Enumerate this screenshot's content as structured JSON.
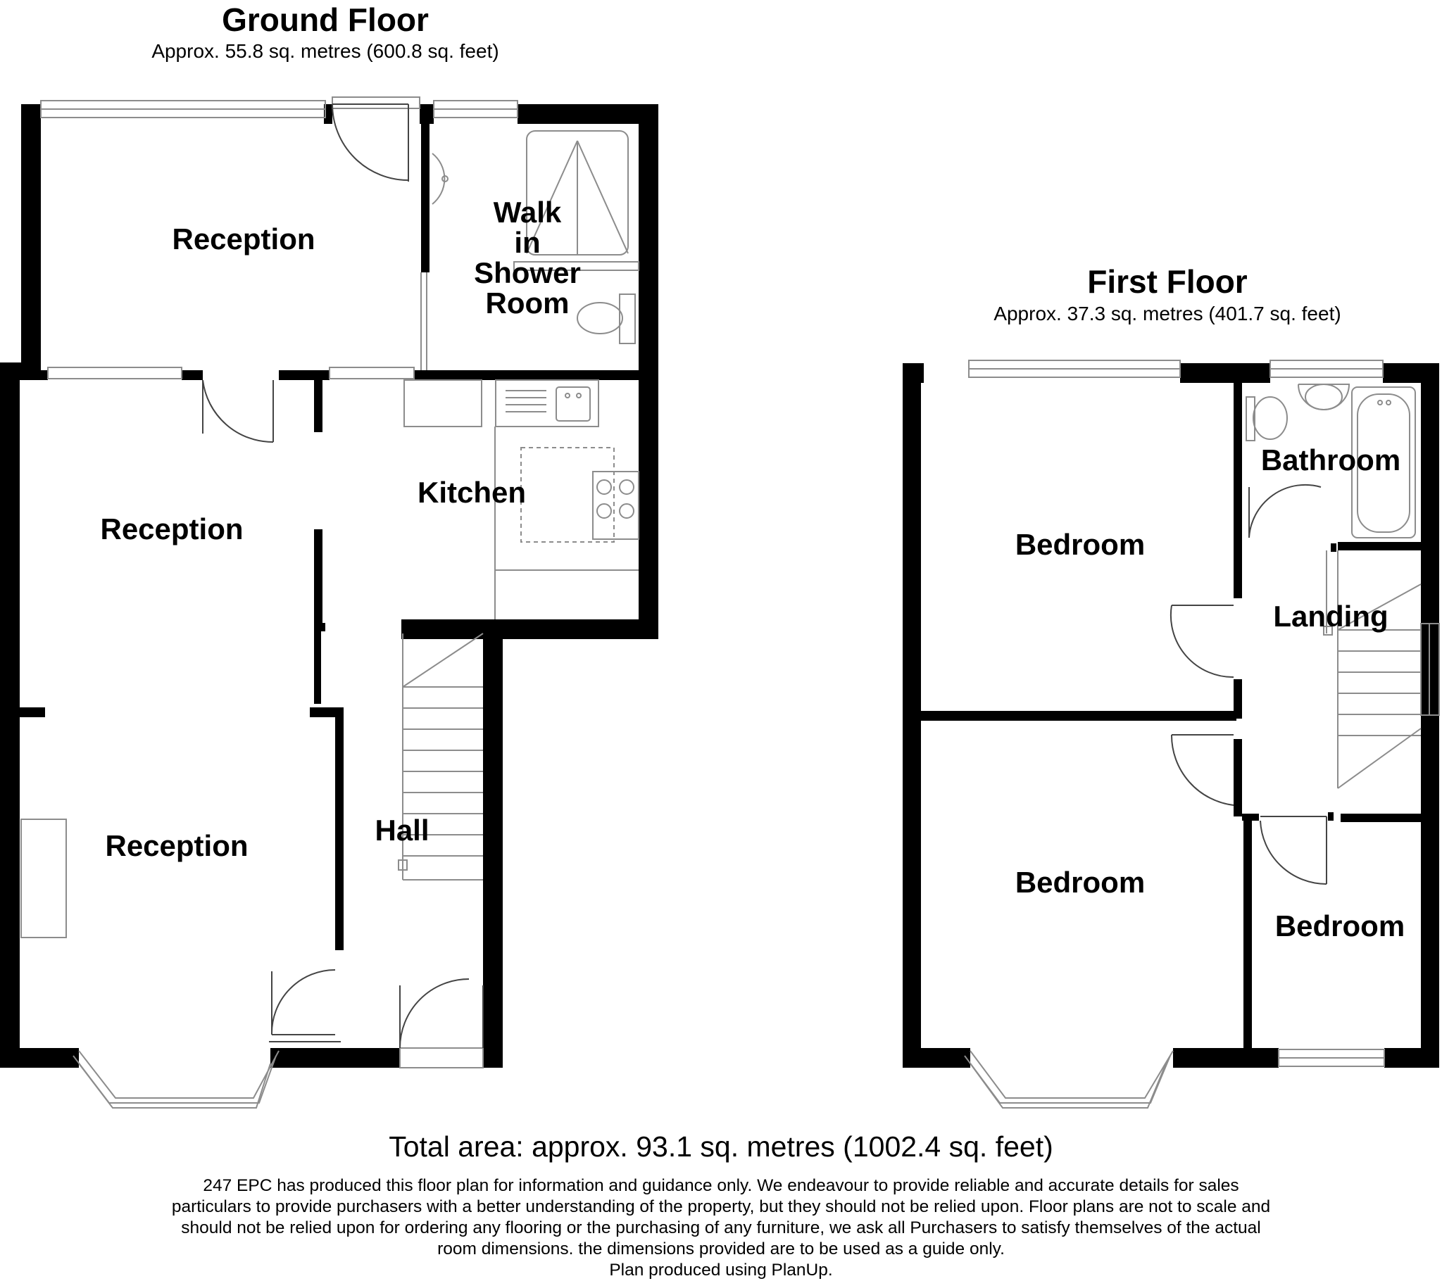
{
  "colors": {
    "wall": "#000000",
    "line": "#8c8c8c",
    "background": "#ffffff"
  },
  "ground_floor": {
    "title": "Ground Floor",
    "area": "Approx. 55.8 sq. metres (600.8 sq. feet)",
    "rooms": {
      "reception_top": "Reception",
      "shower_1": "Walk",
      "shower_2": "in",
      "shower_3": "Shower",
      "shower_4": "Room",
      "kitchen": "Kitchen",
      "reception_mid": "Reception",
      "reception_lower": "Reception",
      "hall": "Hall"
    }
  },
  "first_floor": {
    "title": "First Floor",
    "area": "Approx. 37.3 sq. metres (401.7 sq. feet)",
    "rooms": {
      "bedroom_1": "Bedroom",
      "bathroom": "Bathroom",
      "landing": "Landing",
      "bedroom_2": "Bedroom",
      "bedroom_3": "Bedroom"
    }
  },
  "total_area": "Total area: approx. 93.1 sq. metres (1002.4 sq. feet)",
  "disclaimer": [
    "247 EPC has produced this floor plan for information and guidance only. We endeavour to provide reliable and accurate details for sales",
    "particulars to provide purchasers with a better understanding  of the property, but they should not be relied upon. Floor plans are not to scale and",
    "should not be relied upon for ordering any flooring or the purchasing of any furniture, we ask all Purchasers to satisfy themselves of the actual",
    "room dimensions. the dimensions provided are to be used as a guide only.",
    "Plan produced using PlanUp."
  ]
}
